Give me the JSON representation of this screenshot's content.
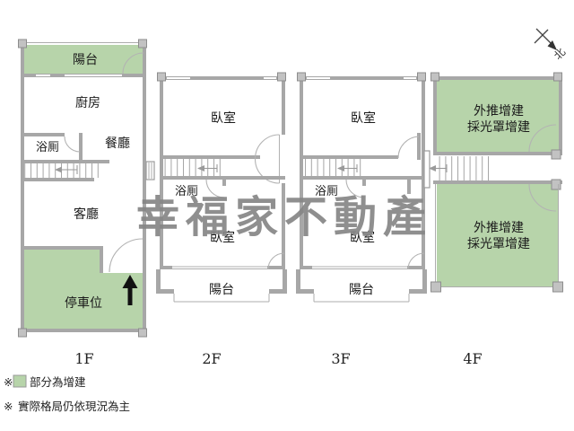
{
  "page": {
    "background": "#ffffff"
  },
  "watermark": "幸福家不動產",
  "compass": {
    "north": "北"
  },
  "floor_1": {
    "label": "1F",
    "balcony": "陽台",
    "kitchen": "廚房",
    "bath": "浴厠",
    "dining": "餐廳",
    "living": "客廳",
    "parking": "停車位"
  },
  "floor_2": {
    "label": "2F",
    "bedroom_top": "臥室",
    "bath": "浴厠",
    "bedroom_bottom": "臥室",
    "balcony": "陽台"
  },
  "floor_3": {
    "label": "3F",
    "bedroom_top": "臥室",
    "bath": "浴厠",
    "bedroom_bottom": "臥室",
    "balcony": "陽台"
  },
  "floor_4": {
    "label": "4F",
    "addition_line1": "外推增建",
    "addition_line2": "採光罩增建"
  },
  "legend": {
    "marker1": "※",
    "text1": "部分為增建",
    "marker2": "※",
    "text2": "實際格局仍依現況為主"
  },
  "colors": {
    "addition_green": "#b7d4aa",
    "wall_gray": "#a7a7a7",
    "watermark_gray": "#858585",
    "arrow_black": "#111111"
  }
}
